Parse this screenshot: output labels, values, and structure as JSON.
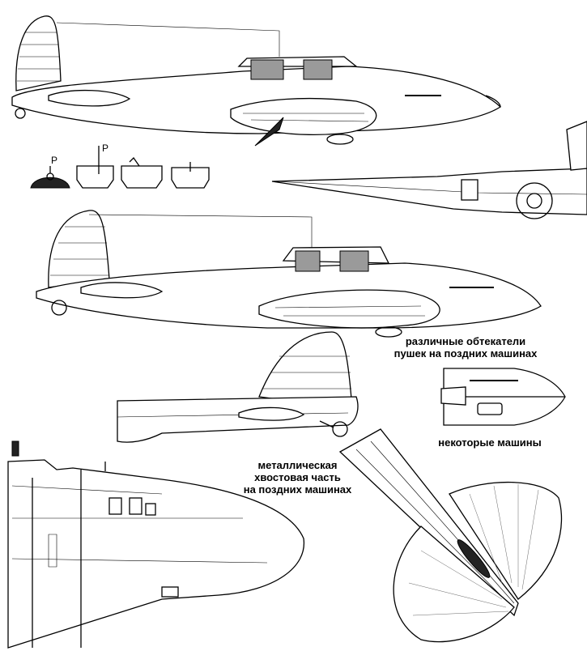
{
  "labels": {
    "cannon_fairings": [
      "различные обтекатели",
      "пушек на поздних машинах"
    ],
    "some_machines": "некоторые машины",
    "metal_tail": [
      "металлическая",
      "хвостовая часть",
      "на поздних машинах"
    ],
    "p_mark_1": "P",
    "p_mark_2": "P"
  },
  "colors": {
    "ink": "#000000",
    "paper": "#ffffff",
    "armor_hatch": "#9a9a9a"
  }
}
